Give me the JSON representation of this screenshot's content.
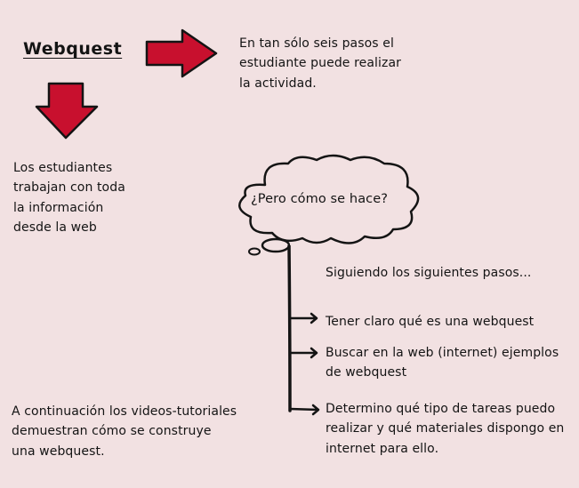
{
  "title": "Webquest",
  "intro_text": "En tan sólo seis pasos el estudiante puede realizar la actividad.",
  "students_text": "Los estudiantes trabajan con toda la información desde la web",
  "question": "¿Pero cómo se hace?",
  "steps_intro": "Siguiendo los siguientes pasos...",
  "steps": [
    "Tener claro qué es una webquest",
    "Buscar en la web (internet) ejemplos de webquest",
    "Determino qué tipo de tareas puedo realizar y qué materiales dispongo en internet para ello."
  ],
  "videos_text": "A continuación los videos-tutoriales demuestran cómo se construye una webquest.",
  "colors": {
    "background": "#f2e1e2",
    "arrow_fill": "#c8102e",
    "ink": "#141414"
  },
  "icons": [
    "arrow-right-icon",
    "arrow-down-icon",
    "thought-cloud-icon"
  ]
}
